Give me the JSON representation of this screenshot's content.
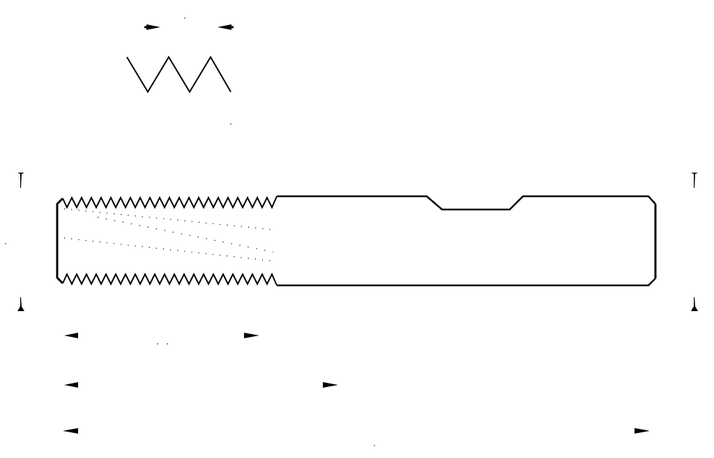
{
  "drawing": {
    "subject": "threaded-rod-with-neck",
    "colors": {
      "background": "#ffffff",
      "line": "#000000",
      "hidden_line": "#000000"
    },
    "features": [
      "thread-pitch-detail",
      "threaded-section",
      "neck-groove",
      "chamfered-end",
      "hidden-taper-lines"
    ],
    "dimension_arrows": [
      "thread-pitch-dimension",
      "overall-diameter-dimension",
      "thread-length-dimension",
      "groove-position-dimension",
      "overall-length-dimension"
    ]
  }
}
